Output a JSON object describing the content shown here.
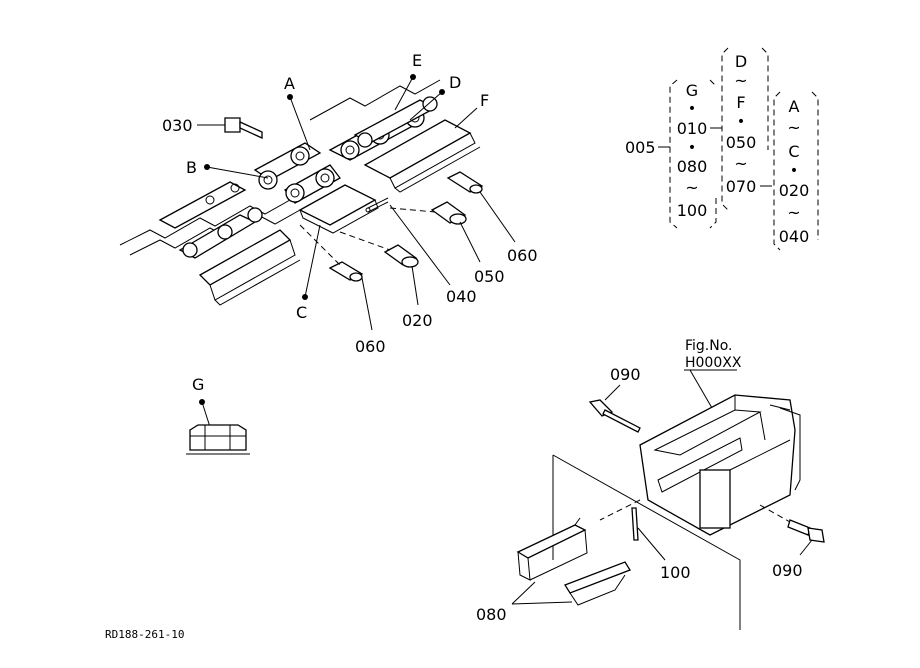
{
  "labels": {
    "part_030": "030",
    "part_b": "B",
    "part_a": "A",
    "part_e": "E",
    "part_d": "D",
    "part_f": "F",
    "part_c": "C",
    "part_060_left": "060",
    "part_060_right": "060",
    "part_020": "020",
    "part_040": "040",
    "part_050": "050",
    "part_g": "G",
    "part_090_top": "090",
    "part_090_right": "090",
    "part_100": "100",
    "part_080": "080"
  },
  "legend": {
    "root": "005",
    "col1": [
      "G",
      "•",
      "010",
      "•",
      "080",
      "~",
      "100"
    ],
    "col2": [
      "D",
      "~",
      "F",
      "•",
      "050",
      "~",
      "070"
    ],
    "col3": [
      "A",
      "~",
      "C",
      "•",
      "020",
      "~",
      "040"
    ]
  },
  "fig_ref": {
    "label": "Fig.No.",
    "number": "H000XX"
  },
  "drawing_code": "RD188-261-10"
}
